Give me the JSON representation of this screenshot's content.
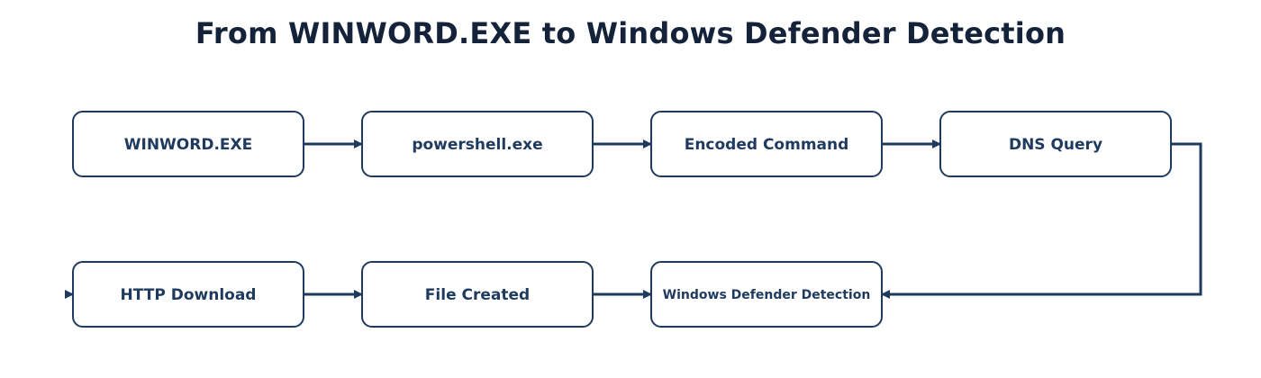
{
  "title": "From WINWORD.EXE to Windows Defender Detection",
  "colors": {
    "node_stroke": "#1f3a5f",
    "node_text": "#1f3a5f",
    "title_text": "#15233a",
    "edge": "#1f3a5f",
    "background": "#ffffff"
  },
  "nodes": [
    {
      "id": "winword",
      "label": "WINWORD.EXE"
    },
    {
      "id": "powershell",
      "label": "powershell.exe"
    },
    {
      "id": "encoded",
      "label": "Encoded Command"
    },
    {
      "id": "dns",
      "label": "DNS Query"
    },
    {
      "id": "http",
      "label": "HTTP Download"
    },
    {
      "id": "file",
      "label": "File Created"
    },
    {
      "id": "defender",
      "label": "Windows Defender Detection"
    }
  ],
  "edges": [
    {
      "from": "winword",
      "to": "powershell"
    },
    {
      "from": "powershell",
      "to": "encoded"
    },
    {
      "from": "encoded",
      "to": "dns"
    },
    {
      "from": "dns",
      "to": "http"
    },
    {
      "from": "http",
      "to": "file"
    },
    {
      "from": "file",
      "to": "defender"
    }
  ]
}
